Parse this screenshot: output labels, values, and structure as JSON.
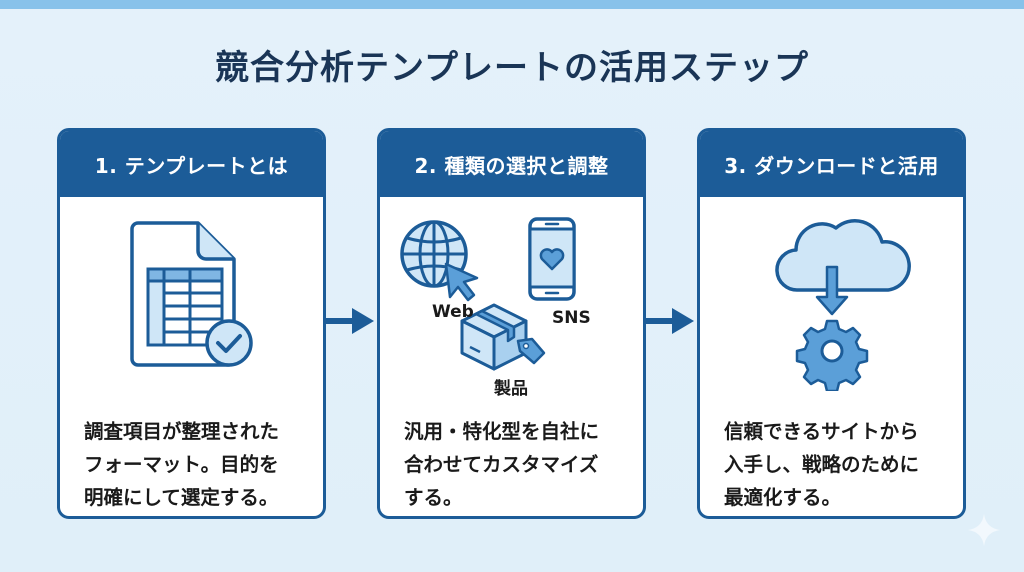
{
  "title": "競合分析テンプレートの活用ステップ",
  "colors": {
    "primary": "#1c5c98",
    "icon_fill": "#cfe6f7",
    "icon_fill_mid": "#5b9fd8",
    "background": "#e2f0fa",
    "top_bar": "#88c2ea",
    "title_text": "#1a3556"
  },
  "steps": [
    {
      "header": "1. テンプレートとは",
      "icon": "spreadsheet-document-check-icon",
      "body_lines": [
        "調査項目が整理された",
        "フォーマット。目的を",
        "明確にして選定する。"
      ]
    },
    {
      "header": "2. 種類の選択と調整",
      "icon": "web-sns-product-icons",
      "icon_labels": {
        "web": "Web",
        "sns": "SNS",
        "product": "製品"
      },
      "body_lines": [
        "汎用・特化型を自社に",
        "合わせてカスタマイズ",
        "する。"
      ]
    },
    {
      "header": "3. ダウンロードと活用",
      "icon": "cloud-download-gear-icon",
      "body_lines": [
        "信頼できるサイトから",
        "入手し、戦略のために",
        "最適化する。"
      ]
    }
  ],
  "connectors": [
    "arrow-right-icon",
    "arrow-right-icon"
  ],
  "watermark": "sparkle-icon"
}
